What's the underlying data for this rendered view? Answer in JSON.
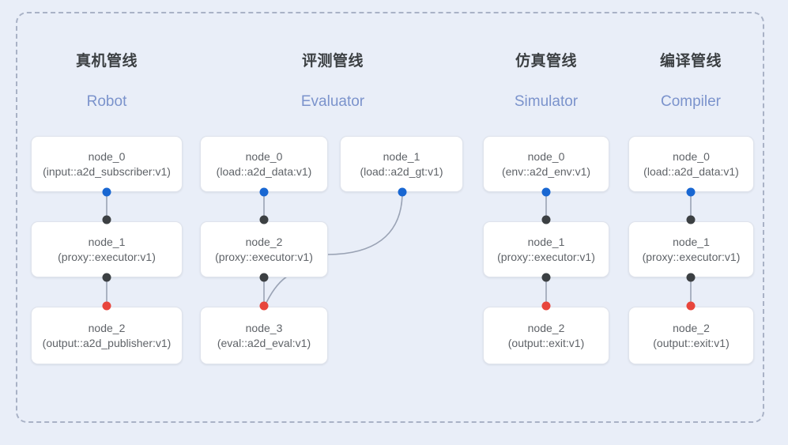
{
  "diagram": {
    "background_color": "#e9eef8",
    "frame_border_color": "#a9b2c6",
    "port_colors": {
      "blue": "#1967d2",
      "black": "#3c4043",
      "red": "#e8453c"
    },
    "edge_color": "#9aa3b5"
  },
  "columns": [
    {
      "title_cn": "真机管线",
      "title_en": "Robot",
      "nodes": [
        {
          "name": "node_0",
          "signature": "(input::a2d_subscriber:v1)"
        },
        {
          "name": "node_1",
          "signature": "(proxy::executor:v1)"
        },
        {
          "name": "node_2",
          "signature": "(output::a2d_publisher:v1)"
        }
      ]
    },
    {
      "title_cn": "评测管线",
      "title_en": "Evaluator",
      "nodes": [
        {
          "name": "node_0",
          "signature": "(load::a2d_data:v1)"
        },
        {
          "name": "node_1",
          "signature": "(load::a2d_gt:v1)"
        },
        {
          "name": "node_2",
          "signature": "(proxy::executor:v1)"
        },
        {
          "name": "node_3",
          "signature": "(eval::a2d_eval:v1)"
        }
      ]
    },
    {
      "title_cn": "仿真管线",
      "title_en": "Simulator",
      "nodes": [
        {
          "name": "node_0",
          "signature": "(env::a2d_env:v1)"
        },
        {
          "name": "node_1",
          "signature": "(proxy::executor:v1)"
        },
        {
          "name": "node_2",
          "signature": "(output::exit:v1)"
        }
      ]
    },
    {
      "title_cn": "编译管线",
      "title_en": "Compiler",
      "nodes": [
        {
          "name": "node_0",
          "signature": "(load::a2d_data:v1)"
        },
        {
          "name": "node_1",
          "signature": "(proxy::executor:v1)"
        },
        {
          "name": "node_2",
          "signature": "(output::exit:v1)"
        }
      ]
    }
  ]
}
